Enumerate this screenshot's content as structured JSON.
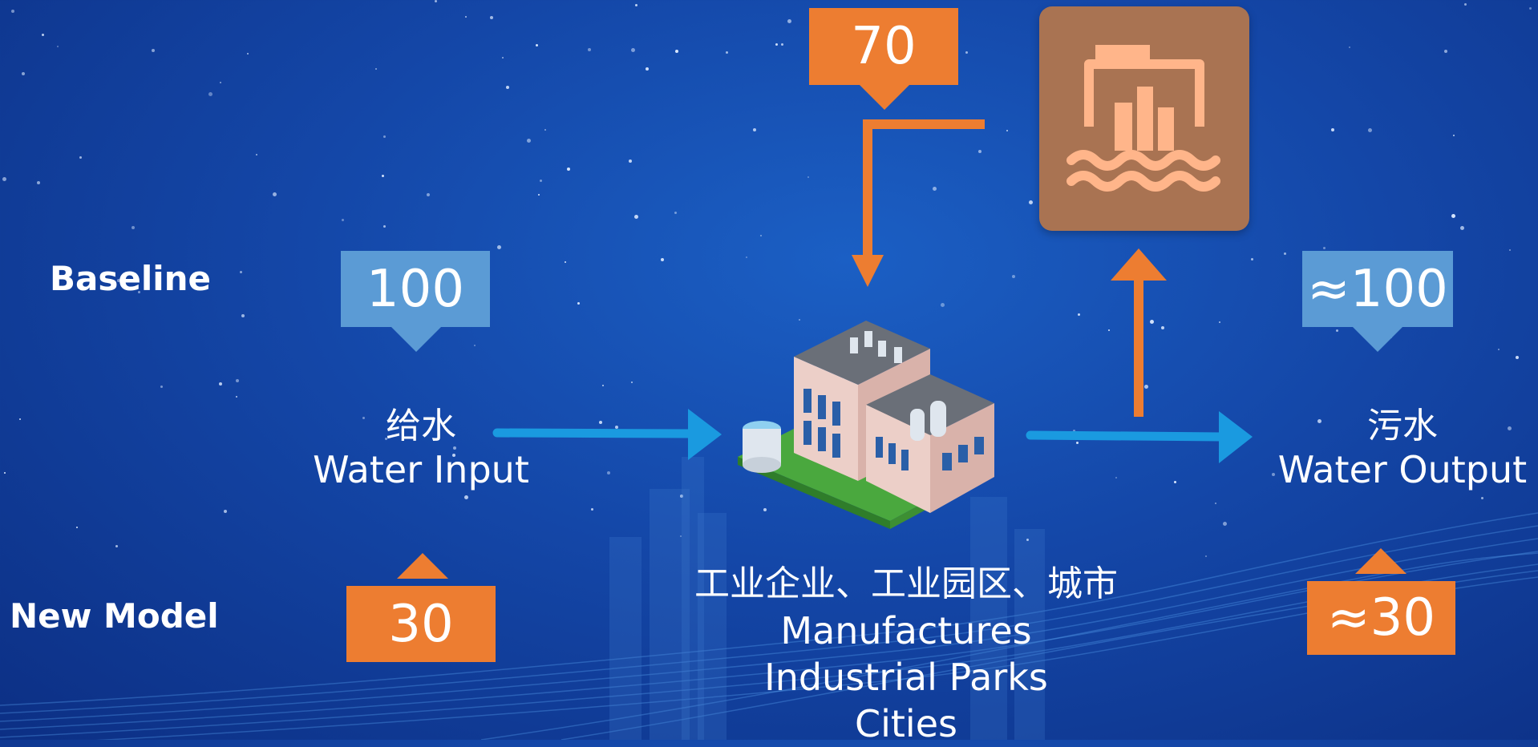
{
  "rows": {
    "baseline_label": "Baseline",
    "new_model_label": "New Model"
  },
  "callouts": {
    "input_baseline": "100",
    "input_new": "30",
    "output_baseline": "≈100",
    "output_new": "≈30",
    "recycle": "70"
  },
  "nodes": {
    "input": {
      "zh": "给水",
      "en": "Water Input"
    },
    "output": {
      "zh": "污水",
      "en": "Water Output"
    },
    "center": {
      "zh": "工业企业、工业园区、城市",
      "lines": [
        "Manufactures",
        "Industrial Parks",
        "Cities"
      ]
    }
  },
  "icons": {
    "plant": "water-treatment-plant-icon",
    "factory": "factory-icon"
  },
  "colors": {
    "blue_callout": "#5b9bd5",
    "orange_callout": "#ed7d31",
    "blue_arrow": "#1a9ae0",
    "orange_arrow": "#ed7d31",
    "plant_tile": "#a97352",
    "plant_icon": "#ffb58a"
  }
}
